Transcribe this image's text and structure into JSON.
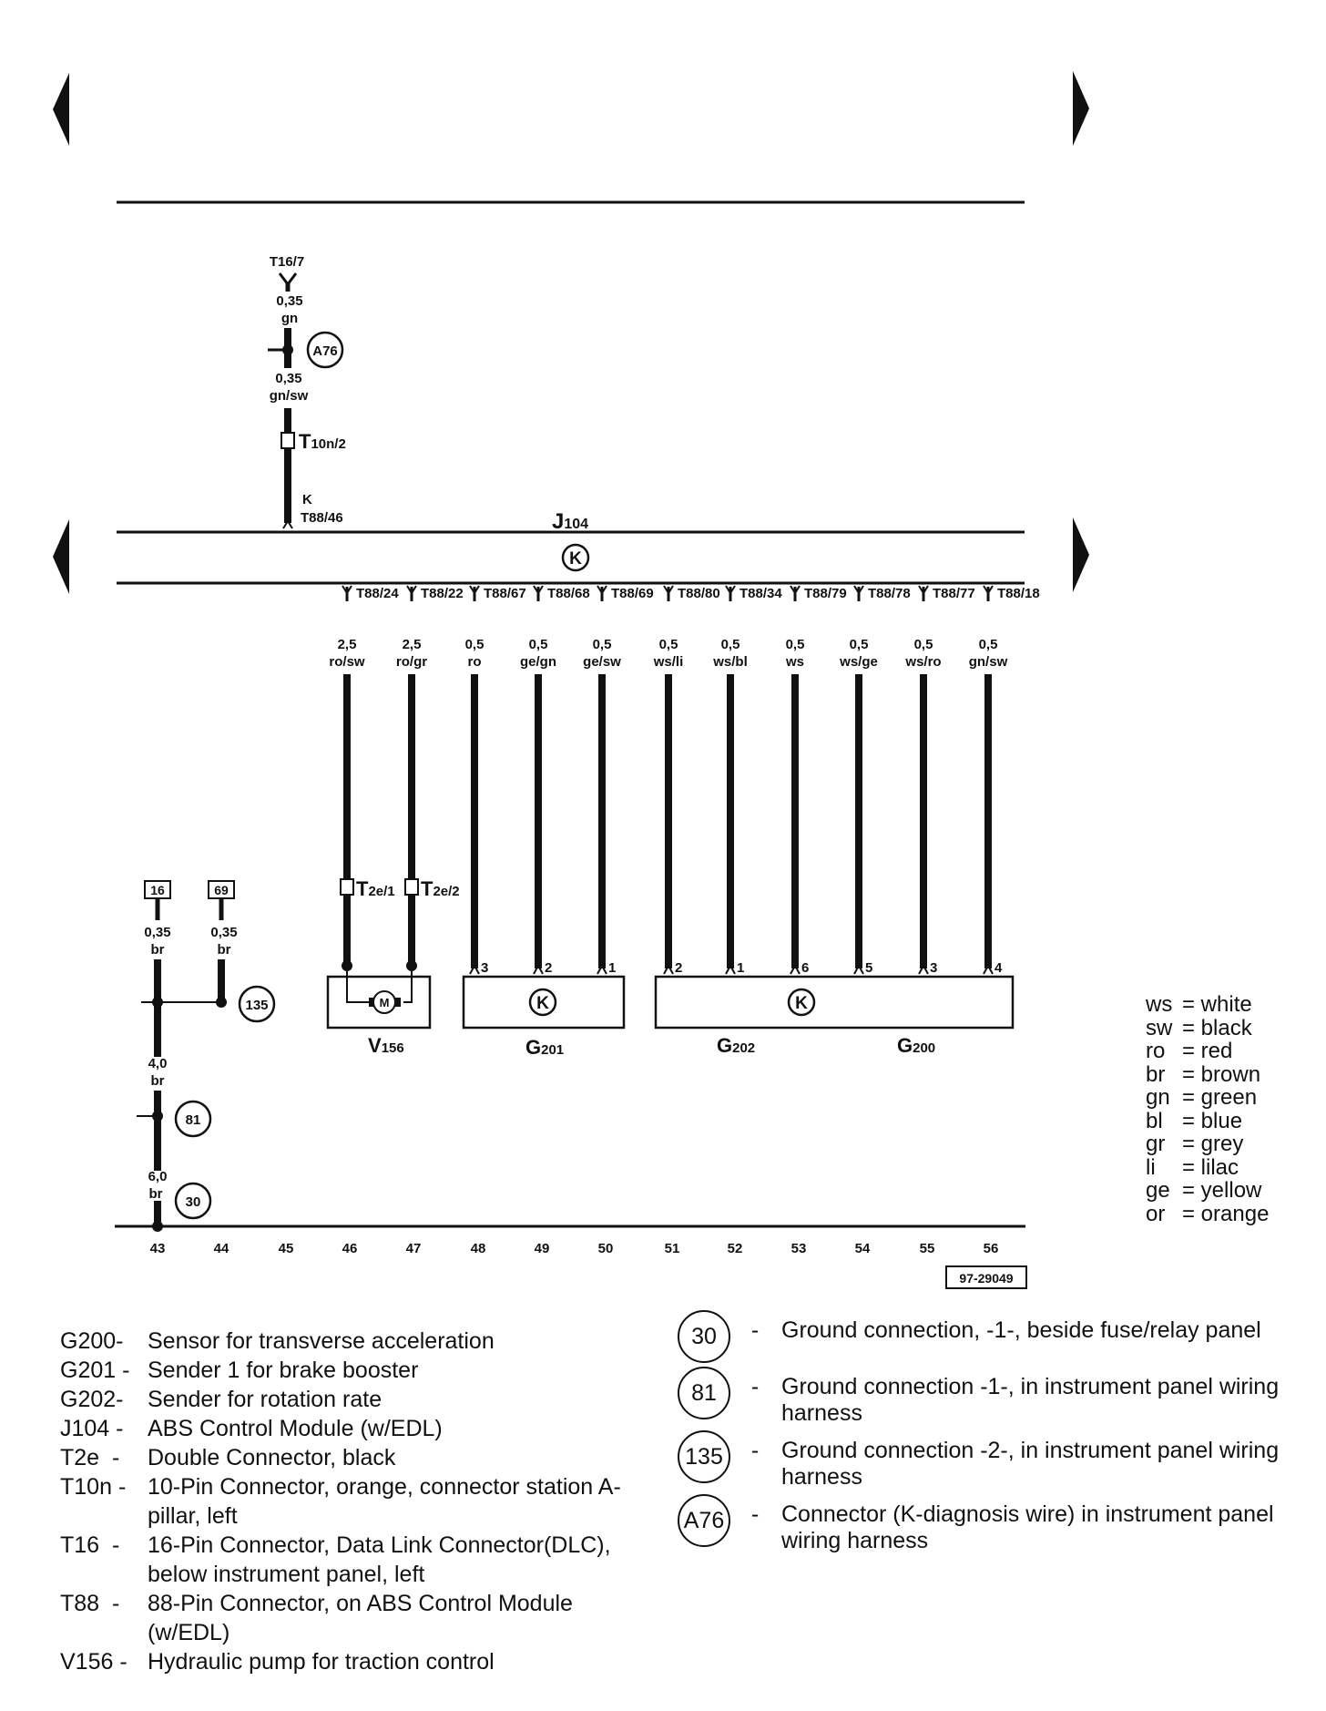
{
  "diagram": {
    "module": {
      "name": "J",
      "sub": "104",
      "symbol": "K"
    },
    "top_chain": {
      "dlc_pin": "T16/7",
      "wire1": {
        "size": "0,35",
        "color": "gn"
      },
      "splice": "A76",
      "wire2": {
        "size": "0,35",
        "color": "gn/sw"
      },
      "connector": {
        "main": "T",
        "sub": "10n/2"
      },
      "signal": "K",
      "pin": "T88/46"
    },
    "bottom_pins": [
      "T88/24",
      "T88/22",
      "T88/67",
      "T88/68",
      "T88/69",
      "T88/80",
      "T88/34",
      "T88/79",
      "T88/78",
      "T88/77",
      "T88/18"
    ],
    "wires": [
      {
        "size": "2,5",
        "color": "ro/sw"
      },
      {
        "size": "2,5",
        "color": "ro/gr"
      },
      {
        "size": "0,5",
        "color": "ro"
      },
      {
        "size": "0,5",
        "color": "ge/gn"
      },
      {
        "size": "0,5",
        "color": "ge/sw"
      },
      {
        "size": "0,5",
        "color": "ws/li"
      },
      {
        "size": "0,5",
        "color": "ws/bl"
      },
      {
        "size": "0,5",
        "color": "ws"
      },
      {
        "size": "0,5",
        "color": "ws/ge"
      },
      {
        "size": "0,5",
        "color": "ws/ro"
      },
      {
        "size": "0,5",
        "color": "gn/sw"
      }
    ],
    "t2e_labels": [
      {
        "main": "T",
        "sub": "2e/1"
      },
      {
        "main": "T",
        "sub": "2e/2"
      }
    ],
    "pump_symbol": "M",
    "component_pins": [
      "3",
      "2",
      "1",
      "2",
      "1",
      "6",
      "5",
      "3",
      "4"
    ],
    "components": [
      {
        "name": "V",
        "sub": "156"
      },
      {
        "name": "G",
        "sub": "201"
      },
      {
        "name": "G",
        "sub": "202"
      },
      {
        "name": "G",
        "sub": "200"
      }
    ],
    "sensor_symbol": "K",
    "ground": {
      "box1": "16",
      "box2": "69",
      "w1": {
        "size": "0,35",
        "color": "br"
      },
      "w2": {
        "size": "0,35",
        "color": "br"
      },
      "g135": "135",
      "w3": {
        "size": "4,0",
        "color": "br"
      },
      "g81": "81",
      "w4": {
        "size": "6,0",
        "color": "br"
      },
      "g30": "30"
    },
    "track_numbers": [
      "43",
      "44",
      "45",
      "46",
      "47",
      "48",
      "49",
      "50",
      "51",
      "52",
      "53",
      "54",
      "55",
      "56"
    ],
    "figure_id": "97-29049"
  },
  "legend_left": [
    {
      "code": "G200",
      "sep": "-",
      "desc": "Sensor for transverse acceleration"
    },
    {
      "code": "G201",
      "sep": "-",
      "desc": "Sender 1 for brake booster"
    },
    {
      "code": "G202",
      "sep": "-",
      "desc": "Sender for rotation rate"
    },
    {
      "code": "J104",
      "sep": "-",
      "desc": "ABS Control Module (w/EDL)"
    },
    {
      "code": "T2e",
      "sep": "-",
      "desc": "Double Connector, black"
    },
    {
      "code": "T10n",
      "sep": "-",
      "desc": "10-Pin Connector, orange, connector station A-pillar, left"
    },
    {
      "code": "T16",
      "sep": "-",
      "desc": "16-Pin Connector, Data Link Connector(DLC), below instrument panel, left"
    },
    {
      "code": "T88",
      "sep": "-",
      "desc": "88-Pin Connector, on ABS Control Module (w/EDL)"
    },
    {
      "code": "V156",
      "sep": "-",
      "desc": "Hydraulic pump for traction control"
    }
  ],
  "legend_right": [
    {
      "sym": "30",
      "desc": "Ground connection, -1-, beside fuse/relay panel"
    },
    {
      "sym": "81",
      "desc": "Ground connection -1-, in instrument panel wiring harness"
    },
    {
      "sym": "135",
      "desc": "Ground connection -2-, in instrument panel wiring harness"
    },
    {
      "sym": "A76",
      "desc": "Connector (K-diagnosis wire) in instrument panel wiring harness"
    }
  ],
  "color_codes": [
    {
      "abbr": "ws",
      "name": "= white"
    },
    {
      "abbr": "sw",
      "name": "= black"
    },
    {
      "abbr": "ro",
      "name": "= red"
    },
    {
      "abbr": "br",
      "name": "= brown"
    },
    {
      "abbr": "gn",
      "name": "= green"
    },
    {
      "abbr": "bl",
      "name": "= blue"
    },
    {
      "abbr": "gr",
      "name": "= grey"
    },
    {
      "abbr": "li",
      "name": "= lilac"
    },
    {
      "abbr": "ge",
      "name": "= yellow"
    },
    {
      "abbr": "or",
      "name": "= orange"
    }
  ]
}
